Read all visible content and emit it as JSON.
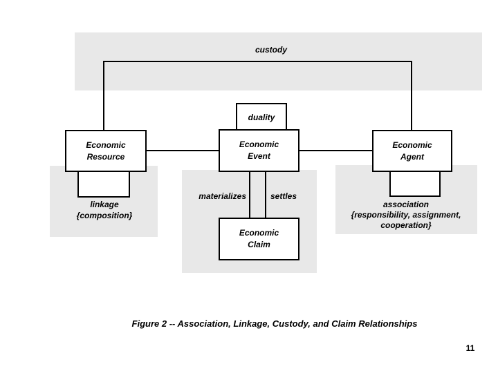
{
  "diagram": {
    "entities": {
      "resource": {
        "line1": "Economic",
        "line2": "Resource"
      },
      "event": {
        "line1": "Economic",
        "line2": "Event"
      },
      "agent": {
        "line1": "Economic",
        "line2": "Agent"
      },
      "claim": {
        "line1": "Economic",
        "line2": "Claim"
      }
    },
    "relationships": {
      "custody": "custody",
      "duality": "duality",
      "linkage": {
        "line1": "linkage",
        "line2": "{composition}"
      },
      "materializes": "materializes",
      "settles": "settles",
      "association": {
        "line1": "association",
        "line2": "{responsibility, assignment,",
        "line3": "cooperation}"
      }
    },
    "colors": {
      "highlight_band": "#e8e8e8",
      "line": "#000000",
      "box_fill": "#ffffff",
      "text": "#000000",
      "background": "#ffffff"
    }
  },
  "caption": "Figure 2 -- Association, Linkage, Custody, and Claim Relationships",
  "page": {
    "number": "11"
  }
}
